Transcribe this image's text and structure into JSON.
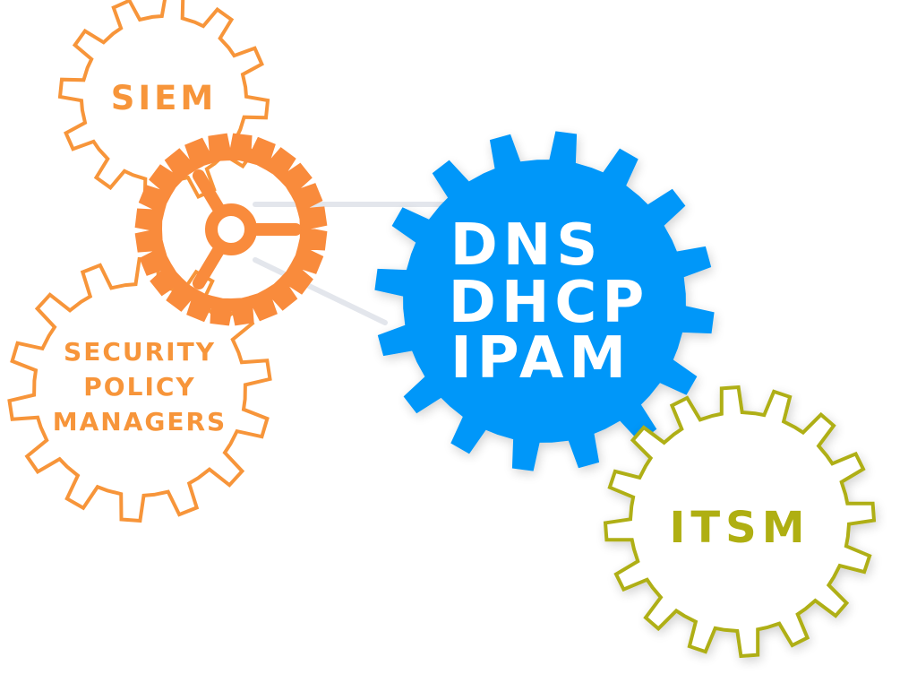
{
  "diagram": {
    "gears": [
      {
        "id": "siem",
        "lines": [
          "SIEM"
        ],
        "color": "#F7953A",
        "style": "outline",
        "icon": "gear-outline-icon"
      },
      {
        "id": "security-policy-managers",
        "lines": [
          "SECURITY",
          "POLICY",
          "MANAGERS"
        ],
        "color": "#F7953A",
        "style": "outline",
        "icon": "gear-outline-icon"
      },
      {
        "id": "dns-dhcp-ipam",
        "lines": [
          "DNS",
          "DHCP",
          "IPAM"
        ],
        "color": "#0097F9",
        "style": "solid",
        "icon": "gear-solid-icon"
      },
      {
        "id": "itsm",
        "lines": [
          "ITSM"
        ],
        "color": "#AFAF12",
        "style": "outline",
        "icon": "gear-outline-icon"
      }
    ],
    "hub": {
      "color": "#F98B3C",
      "icon": "gear-hub-icon"
    },
    "connector_color": "#E3E6EC",
    "label_color_on_solid": "#FFFFFF"
  }
}
